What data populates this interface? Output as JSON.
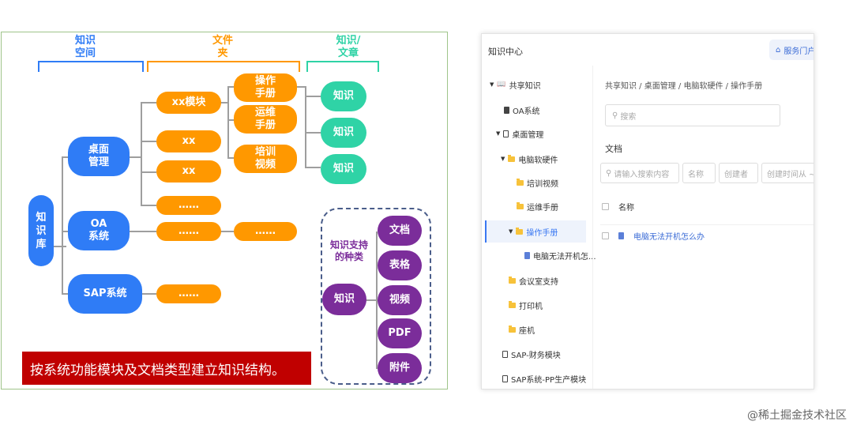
{
  "diagram": {
    "headers": {
      "space": "知识\n空间",
      "folder": "文件\n夹",
      "article": "知识/\n文章"
    },
    "root": "知\n识\n库",
    "systems": [
      "桌面\n管理",
      "OA\n系统",
      "SAP系统"
    ],
    "modules": [
      "xx模块",
      "xx",
      "xx",
      "……",
      "……"
    ],
    "sap_child": "……",
    "oa_sub": "……",
    "subfolders": [
      "操作\n手册",
      "运维\n手册",
      "培训\n视频"
    ],
    "knowledge_nodes": [
      "知识",
      "知识",
      "知识"
    ],
    "types_label": "知识支持\n的种类",
    "types_root": "知识",
    "types": [
      "文档",
      "表格",
      "视频",
      "PDF",
      "附件"
    ],
    "banner": "按系统功能模块及文档类型建立知识结构。"
  },
  "panel": {
    "title": "知识中心",
    "portal_button": "服务门户",
    "tree": [
      {
        "label": "共享知识"
      },
      {
        "label": "OA系统"
      },
      {
        "label": "桌面管理"
      },
      {
        "label": "电脑软硬件"
      },
      {
        "label": "培训视频"
      },
      {
        "label": "运维手册"
      },
      {
        "label": "操作手册"
      },
      {
        "label": "电脑无法开机怎..."
      },
      {
        "label": "会议室支持"
      },
      {
        "label": "打印机"
      },
      {
        "label": "座机"
      },
      {
        "label": "SAP-财务模块"
      },
      {
        "label": "SAP系统-PP生产模块"
      }
    ],
    "breadcrumb": "共享知识 / 桌面管理 / 电脑软硬件 / 操作手册",
    "search_placeholder": "搜索",
    "section": "文档",
    "filters": {
      "content": "请输入搜索内容",
      "name": "名称",
      "creator": "创建者",
      "created": "创建时间从 ~ 至"
    },
    "table_header": "名称",
    "row": "电脑无法开机怎么办"
  },
  "credit": "@稀土掘金技术社区",
  "colors": {
    "blue": "#2f7cf6",
    "orange": "#ff9800",
    "teal": "#2fd3a6",
    "purple": "#7b2d9a",
    "banner": "#c00000",
    "accent": "#3a78f2"
  }
}
